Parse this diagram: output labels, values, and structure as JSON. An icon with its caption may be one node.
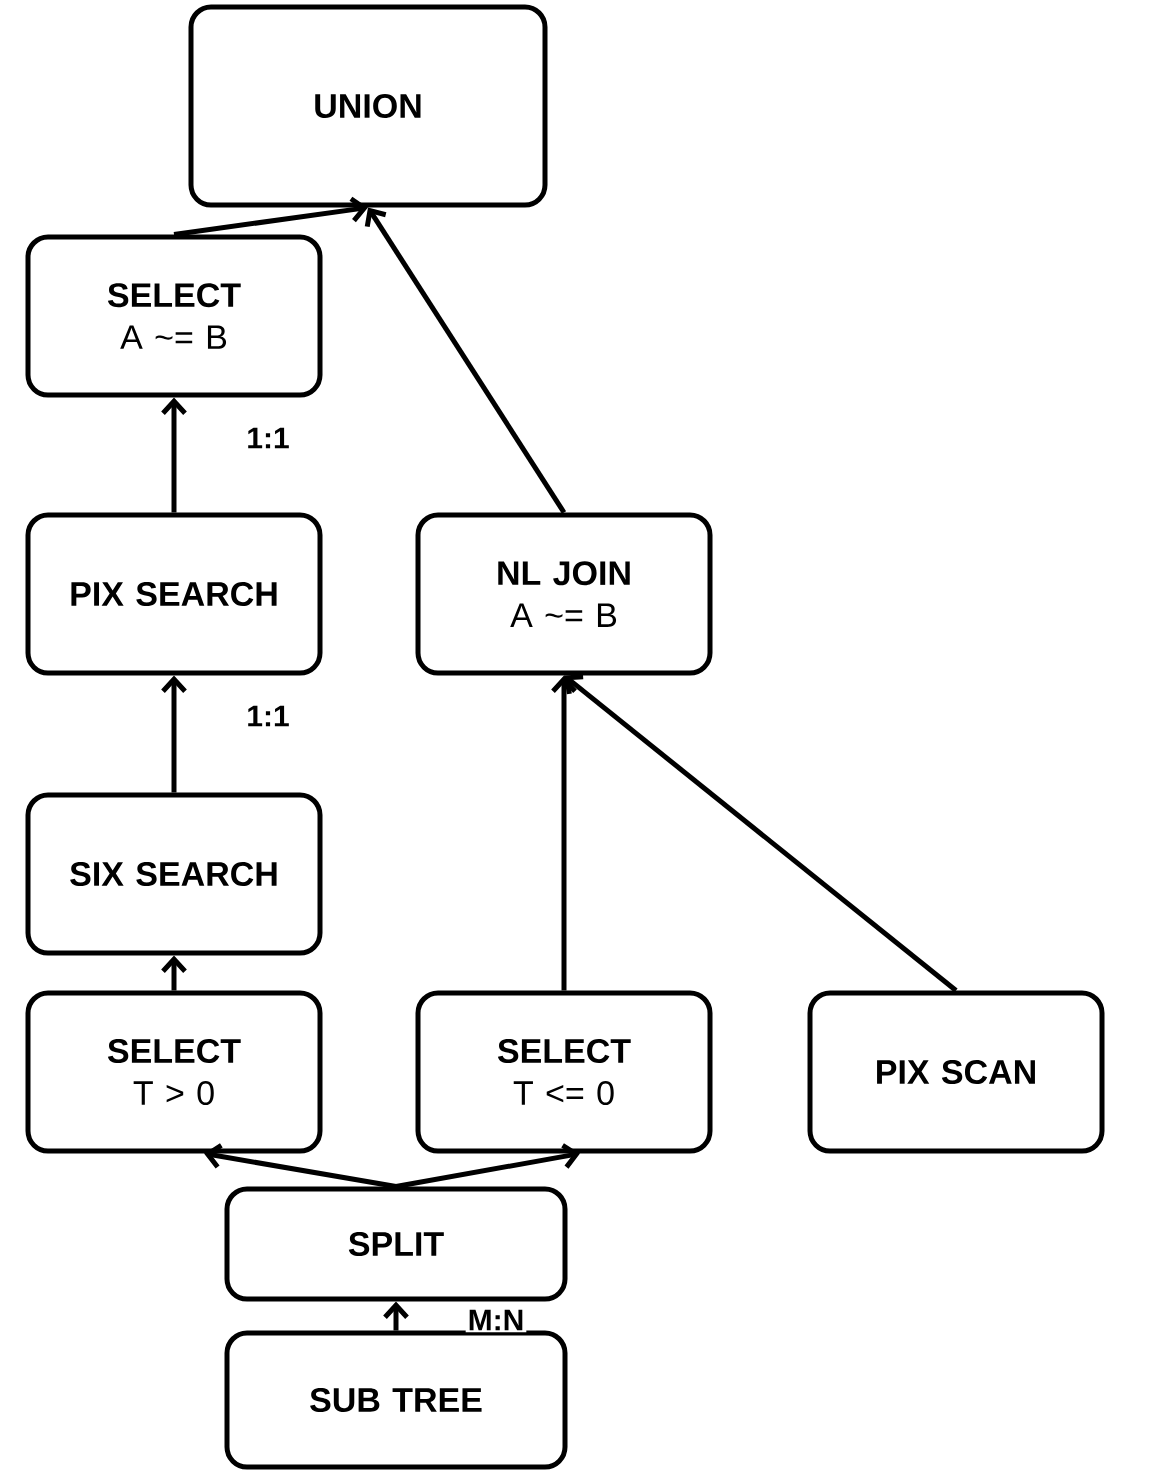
{
  "diagram": {
    "nodes": [
      {
        "text": [
          "UNION"
        ]
      },
      {
        "text": [
          "SELECT",
          "A ~= B"
        ]
      },
      {
        "text": [
          "PIX SEARCH"
        ]
      },
      {
        "text": [
          "SIX SEARCH"
        ]
      },
      {
        "text": [
          "SELECT",
          "T > 0"
        ]
      },
      {
        "text": [
          "NL JOIN",
          "A ~= B"
        ]
      },
      {
        "text": [
          "SELECT",
          "T <= 0"
        ]
      },
      {
        "text": [
          "PIX SCAN"
        ]
      },
      {
        "text": [
          "SPLIT"
        ]
      },
      {
        "text": [
          "SUB TREE"
        ]
      }
    ],
    "edges": [
      {
        "from": 1,
        "to": 0,
        "arrow": "to"
      },
      {
        "from": 5,
        "to": 0,
        "arrow": "to"
      },
      {
        "from": 2,
        "to": 1,
        "arrow": "to",
        "label": "1:1"
      },
      {
        "from": 3,
        "to": 2,
        "arrow": "to",
        "label": "1:1"
      },
      {
        "from": 4,
        "to": 3,
        "arrow": "to"
      },
      {
        "from": 6,
        "to": 5,
        "arrow": "to"
      },
      {
        "from": 7,
        "to": 5,
        "arrow": "to"
      },
      {
        "from": 8,
        "to": 4,
        "arrow": "to"
      },
      {
        "from": 8,
        "to": 6,
        "arrow": "to"
      },
      {
        "from": 9,
        "to": 8,
        "arrow": "to",
        "label": "M:N"
      }
    ]
  }
}
